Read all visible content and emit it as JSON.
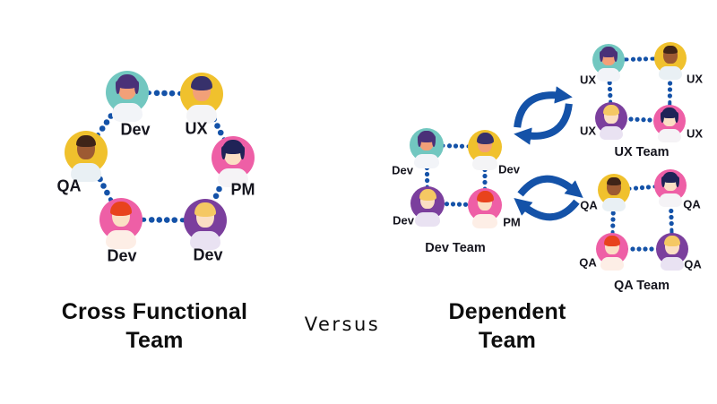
{
  "colors": {
    "line_blue": "#1452a8",
    "label_text": "#15151e",
    "title_text": "#0d0d0d",
    "teal": "#72c7c0",
    "yellow": "#f0c12d",
    "pink": "#ee5fa6",
    "purple": "#7b3f9d"
  },
  "people_palette": {
    "woman-teal-purplehair": {
      "bg": "#72c7c0",
      "hair": "#4a3178",
      "skin": "#f2a078",
      "shirt": "#f2f4f8",
      "style": "bob"
    },
    "person-yellow-navyhair": {
      "bg": "#f0c12d",
      "hair": "#37316b",
      "skin": "#f2a078",
      "shirt": "#f4f4f6",
      "style": "short"
    },
    "man-yellow-darkskin": {
      "bg": "#f0c12d",
      "hair": "#3f2418",
      "skin": "#9d5a33",
      "shirt": "#e9f0f4",
      "style": "crop"
    },
    "woman-pink-navybob": {
      "bg": "#ee5fa6",
      "hair": "#1f2357",
      "skin": "#fbdfc4",
      "shirt": "#f5f3f6",
      "style": "bob"
    },
    "person-pink-redhair": {
      "bg": "#ee5fa6",
      "hair": "#e8431d",
      "skin": "#fbdfc4",
      "shirt": "#fdeee6",
      "style": "short"
    },
    "person-purple-blonde": {
      "bg": "#7b3f9d",
      "hair": "#f5c863",
      "skin": "#fbdfc4",
      "shirt": "#e9e2f2",
      "style": "short"
    }
  },
  "left_diagram": {
    "title_lines": [
      "Cross Functional",
      "Team"
    ],
    "members": [
      {
        "role": "Dev",
        "person": "woman-teal-purplehair"
      },
      {
        "role": "UX",
        "person": "person-yellow-navyhair"
      },
      {
        "role": "QA",
        "person": "man-yellow-darkskin"
      },
      {
        "role": "PM",
        "person": "woman-pink-navybob"
      },
      {
        "role": "Dev",
        "person": "person-pink-redhair"
      },
      {
        "role": "Dev",
        "person": "person-purple-blonde"
      }
    ]
  },
  "versus_label": "Versus",
  "right_diagram": {
    "title_lines": [
      "Dependent",
      "Team"
    ],
    "teams": [
      {
        "name": "Dev Team",
        "members": [
          {
            "role": "Dev",
            "person": "woman-teal-purplehair"
          },
          {
            "role": "Dev",
            "person": "person-yellow-navyhair"
          },
          {
            "role": "Dev",
            "person": "person-purple-blonde"
          },
          {
            "role": "PM",
            "person": "person-pink-redhair"
          }
        ]
      },
      {
        "name": "UX Team",
        "members": [
          {
            "role": "UX",
            "person": "woman-teal-purplehair"
          },
          {
            "role": "UX",
            "person": "man-yellow-darkskin"
          },
          {
            "role": "UX",
            "person": "person-purple-blonde"
          },
          {
            "role": "UX",
            "person": "woman-pink-navybob"
          }
        ]
      },
      {
        "name": "QA Team",
        "members": [
          {
            "role": "QA",
            "person": "man-yellow-darkskin"
          },
          {
            "role": "QA",
            "person": "woman-pink-navybob"
          },
          {
            "role": "QA",
            "person": "person-pink-redhair"
          },
          {
            "role": "QA",
            "person": "person-purple-blonde"
          }
        ]
      }
    ]
  },
  "icons": {
    "exchange_arrows": "sync-arrows-icon"
  }
}
